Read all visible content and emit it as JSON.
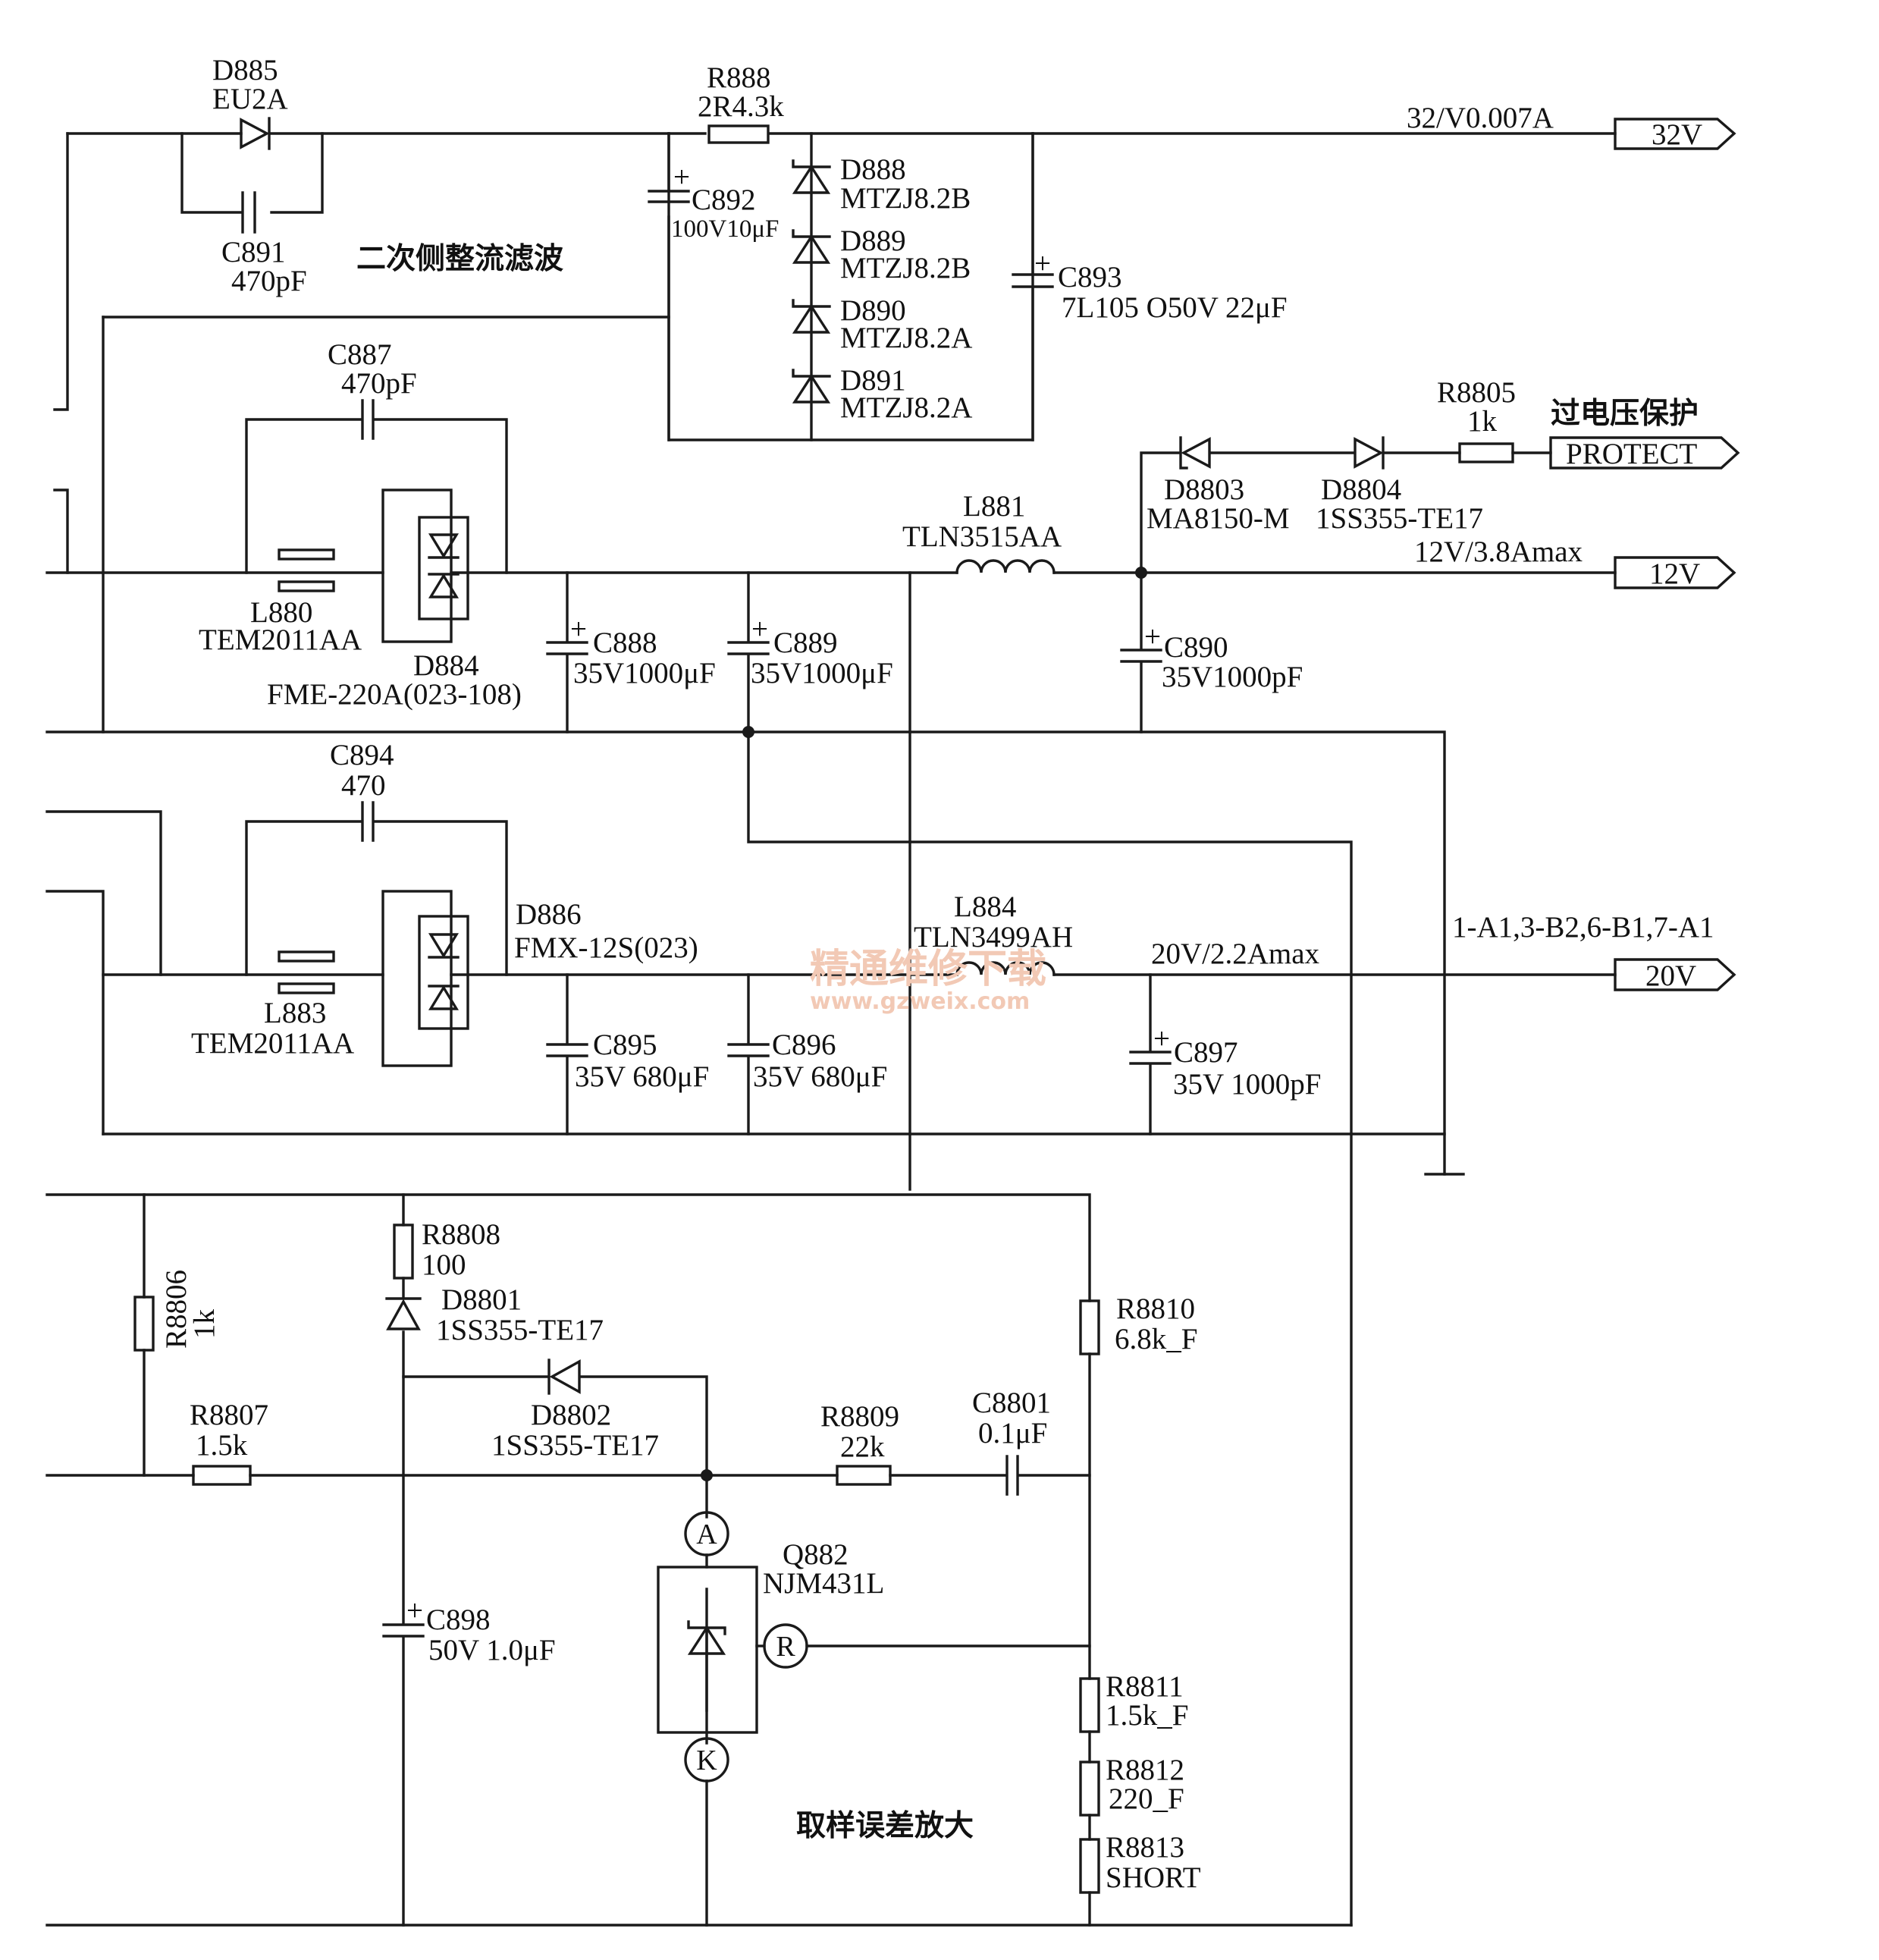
{
  "section_labels": {
    "secondary_rectifier_filter": "二次侧整流滤波",
    "overvoltage_protection": "过电压保护",
    "sampling_error_amp": "取样误差放大"
  },
  "outputs": {
    "v32": {
      "tag": "32V",
      "current": "32/V0.007A"
    },
    "v12": {
      "tag": "12V",
      "current": "12V/3.8Amax"
    },
    "v20": {
      "tag": "20V",
      "current": "20V/2.2Amax"
    },
    "protect": {
      "tag": "PROTECT"
    }
  },
  "pin_map": "1-A1,3-B2,6-B1,7-A1",
  "components": {
    "d885": {
      "ref": "D885",
      "value": "EU2A"
    },
    "c891": {
      "ref": "C891",
      "value": "470pF"
    },
    "r888": {
      "ref": "R888",
      "value": "2R4.3k"
    },
    "c892": {
      "ref": "C892",
      "value": "100V10μF"
    },
    "d888": {
      "ref": "D888",
      "value": "MTZJ8.2B"
    },
    "d889": {
      "ref": "D889",
      "value": "MTZJ8.2B"
    },
    "d890": {
      "ref": "D890",
      "value": "MTZJ8.2A"
    },
    "d891": {
      "ref": "D891",
      "value": "MTZJ8.2A"
    },
    "c893": {
      "ref": "C893",
      "value": "7L105 O50V 22μF"
    },
    "c887": {
      "ref": "C887",
      "value": "470pF"
    },
    "l880": {
      "ref": "L880",
      "value": "TEM2011AA"
    },
    "d884": {
      "ref": "D884",
      "value": "FME-220A(023-108)"
    },
    "c888": {
      "ref": "C888",
      "value": "35V1000μF"
    },
    "c889": {
      "ref": "C889",
      "value": "35V1000μF"
    },
    "l881": {
      "ref": "L881",
      "value": "TLN3515AA"
    },
    "c890": {
      "ref": "C890",
      "value": "35V1000pF"
    },
    "r8805": {
      "ref": "R8805",
      "value": "1k"
    },
    "d8803": {
      "ref": "D8803",
      "value": "MA8150-M"
    },
    "d8804": {
      "ref": "D8804",
      "value": "1SS355-TE17"
    },
    "c894": {
      "ref": "C894",
      "value": "470"
    },
    "d886": {
      "ref": "D886",
      "value": "FMX-12S(023)"
    },
    "l883": {
      "ref": "L883",
      "value": "TEM2011AA"
    },
    "c895": {
      "ref": "C895",
      "value": "35V 680μF"
    },
    "c896": {
      "ref": "C896",
      "value": "35V 680μF"
    },
    "l884": {
      "ref": "L884",
      "value": "TLN3499AH"
    },
    "c897": {
      "ref": "C897",
      "value": "35V 1000pF"
    },
    "r8806": {
      "ref": "R8806",
      "value": "1k"
    },
    "r8807": {
      "ref": "R8807",
      "value": "1.5k"
    },
    "r8808": {
      "ref": "R8808",
      "value": "100"
    },
    "d8801": {
      "ref": "D8801",
      "value": "1SS355-TE17"
    },
    "d8802": {
      "ref": "D8802",
      "value": "1SS355-TE17"
    },
    "c898": {
      "ref": "C898",
      "value": "50V 1.0μF"
    },
    "r8809": {
      "ref": "R8809",
      "value": "22k"
    },
    "c8801": {
      "ref": "C8801",
      "value": "0.1μF"
    },
    "r8810": {
      "ref": "R8810",
      "value": "6.8k_F"
    },
    "q882": {
      "ref": "Q882",
      "value": "NJM431L"
    },
    "r8811": {
      "ref": "R8811",
      "value": "1.5k_F"
    },
    "r8812": {
      "ref": "R8812",
      "value": "220_F"
    },
    "r8813": {
      "ref": "R8813",
      "value": "SHORT"
    }
  },
  "q882_pins": {
    "anode": "A",
    "reference": "R",
    "cathode": "K"
  },
  "capacitor_polarity": "+",
  "watermark": {
    "line1": "精通维修下载",
    "line2": "www.gzweix.com"
  }
}
